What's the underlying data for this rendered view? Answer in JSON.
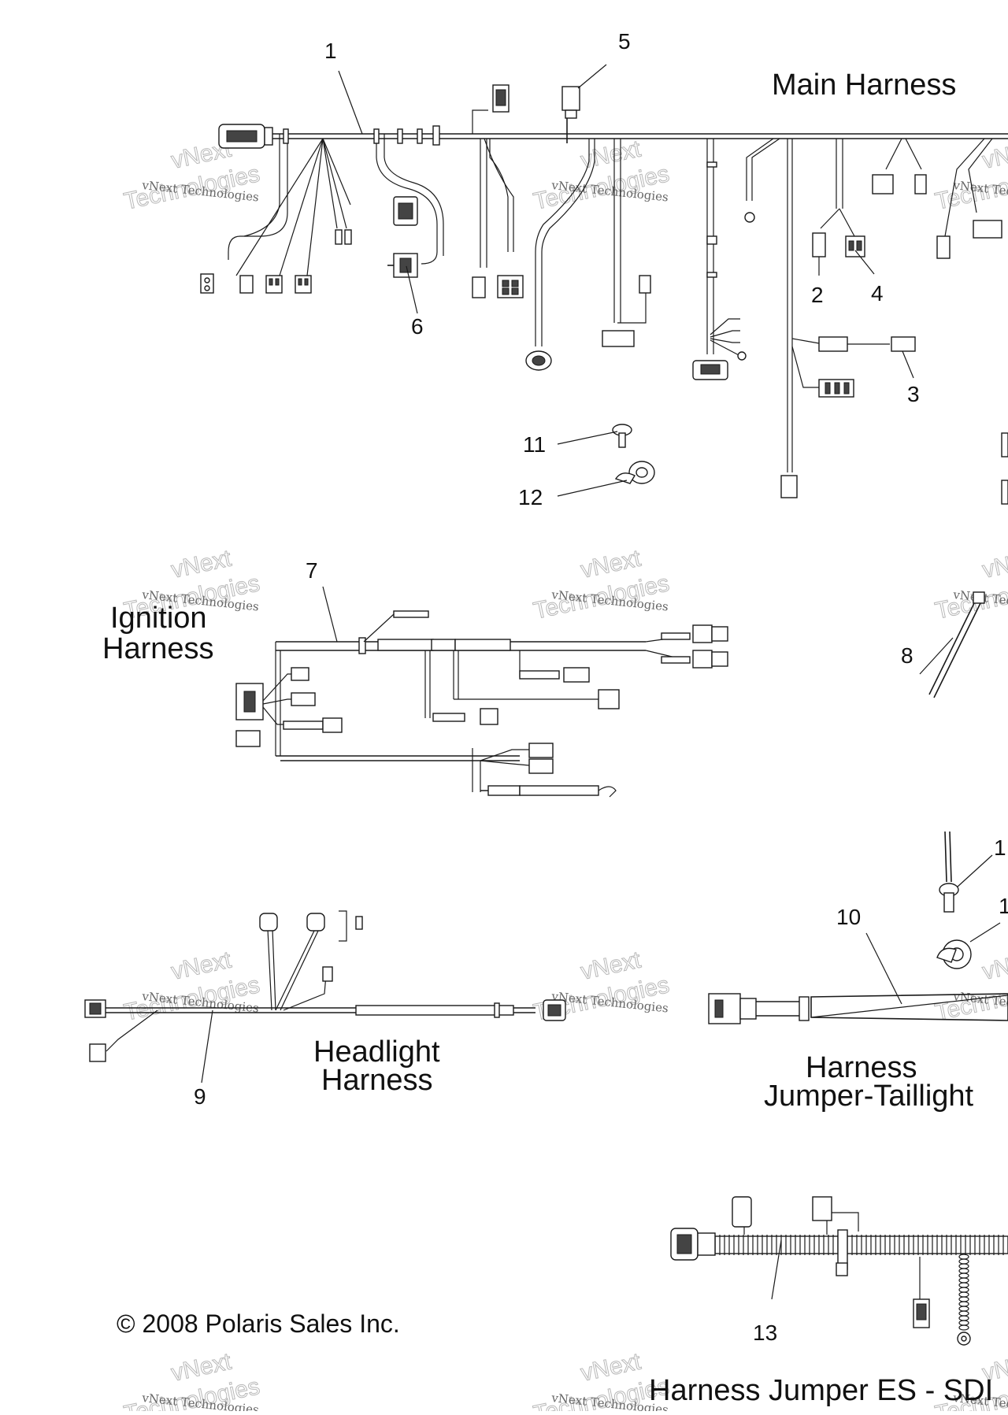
{
  "titles": {
    "main": "Main Harness",
    "ignition_line1": "Ignition",
    "ignition_line2": "Harness",
    "headlight_line1": "Headlight",
    "headlight_line2": "Harness",
    "taillight_line1": "Harness",
    "taillight_line2": "Jumper-Taillight",
    "es_sdi": "Harness Jumper ES - SDI"
  },
  "callouts": {
    "c1": "1",
    "c2": "2",
    "c3": "3",
    "c4": "4",
    "c5": "5",
    "c6": "6",
    "c7": "7",
    "c8": "8",
    "c9": "9",
    "c10": "10",
    "c11": "11",
    "c12": "12",
    "c13": "13",
    "c11b": "1",
    "c12b": "1"
  },
  "copyright": "© 2008 Polaris Sales Inc.",
  "watermark": {
    "line1": "vNext Technologies",
    "line2": "Technologies",
    "line3": "vNext"
  }
}
